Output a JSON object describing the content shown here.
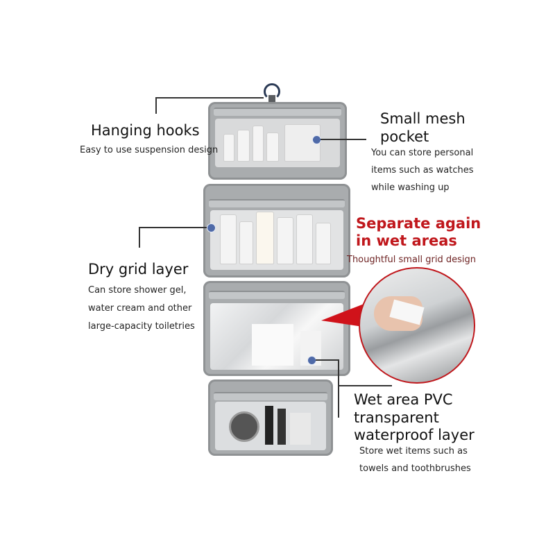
{
  "callouts": {
    "hanging_hooks": {
      "title": "Hanging hooks",
      "description": "Easy to use suspension design"
    },
    "mesh_pocket": {
      "title_line1": "Small mesh",
      "title_line2": "pocket",
      "description_lines": [
        "You can store personal",
        "items such as watches",
        "while washing up"
      ]
    },
    "dry_grid": {
      "title": "Dry grid layer",
      "description_lines": [
        "Can store shower gel,",
        "water cream and other",
        "large-capacity toiletries"
      ]
    },
    "separate": {
      "title_line1": "Separate again",
      "title_line2": "in wet areas",
      "description": "Thoughtful small grid design"
    },
    "wet_area": {
      "title_lines": [
        "Wet area PVC",
        "transparent",
        "waterproof layer"
      ],
      "description_lines": [
        "Store wet items such as",
        "towels and toothbrushes"
      ]
    }
  },
  "colors": {
    "accent_red": "#c0171c",
    "dot_blue": "#4f6aa8",
    "bag_gray": "#a9acae"
  }
}
